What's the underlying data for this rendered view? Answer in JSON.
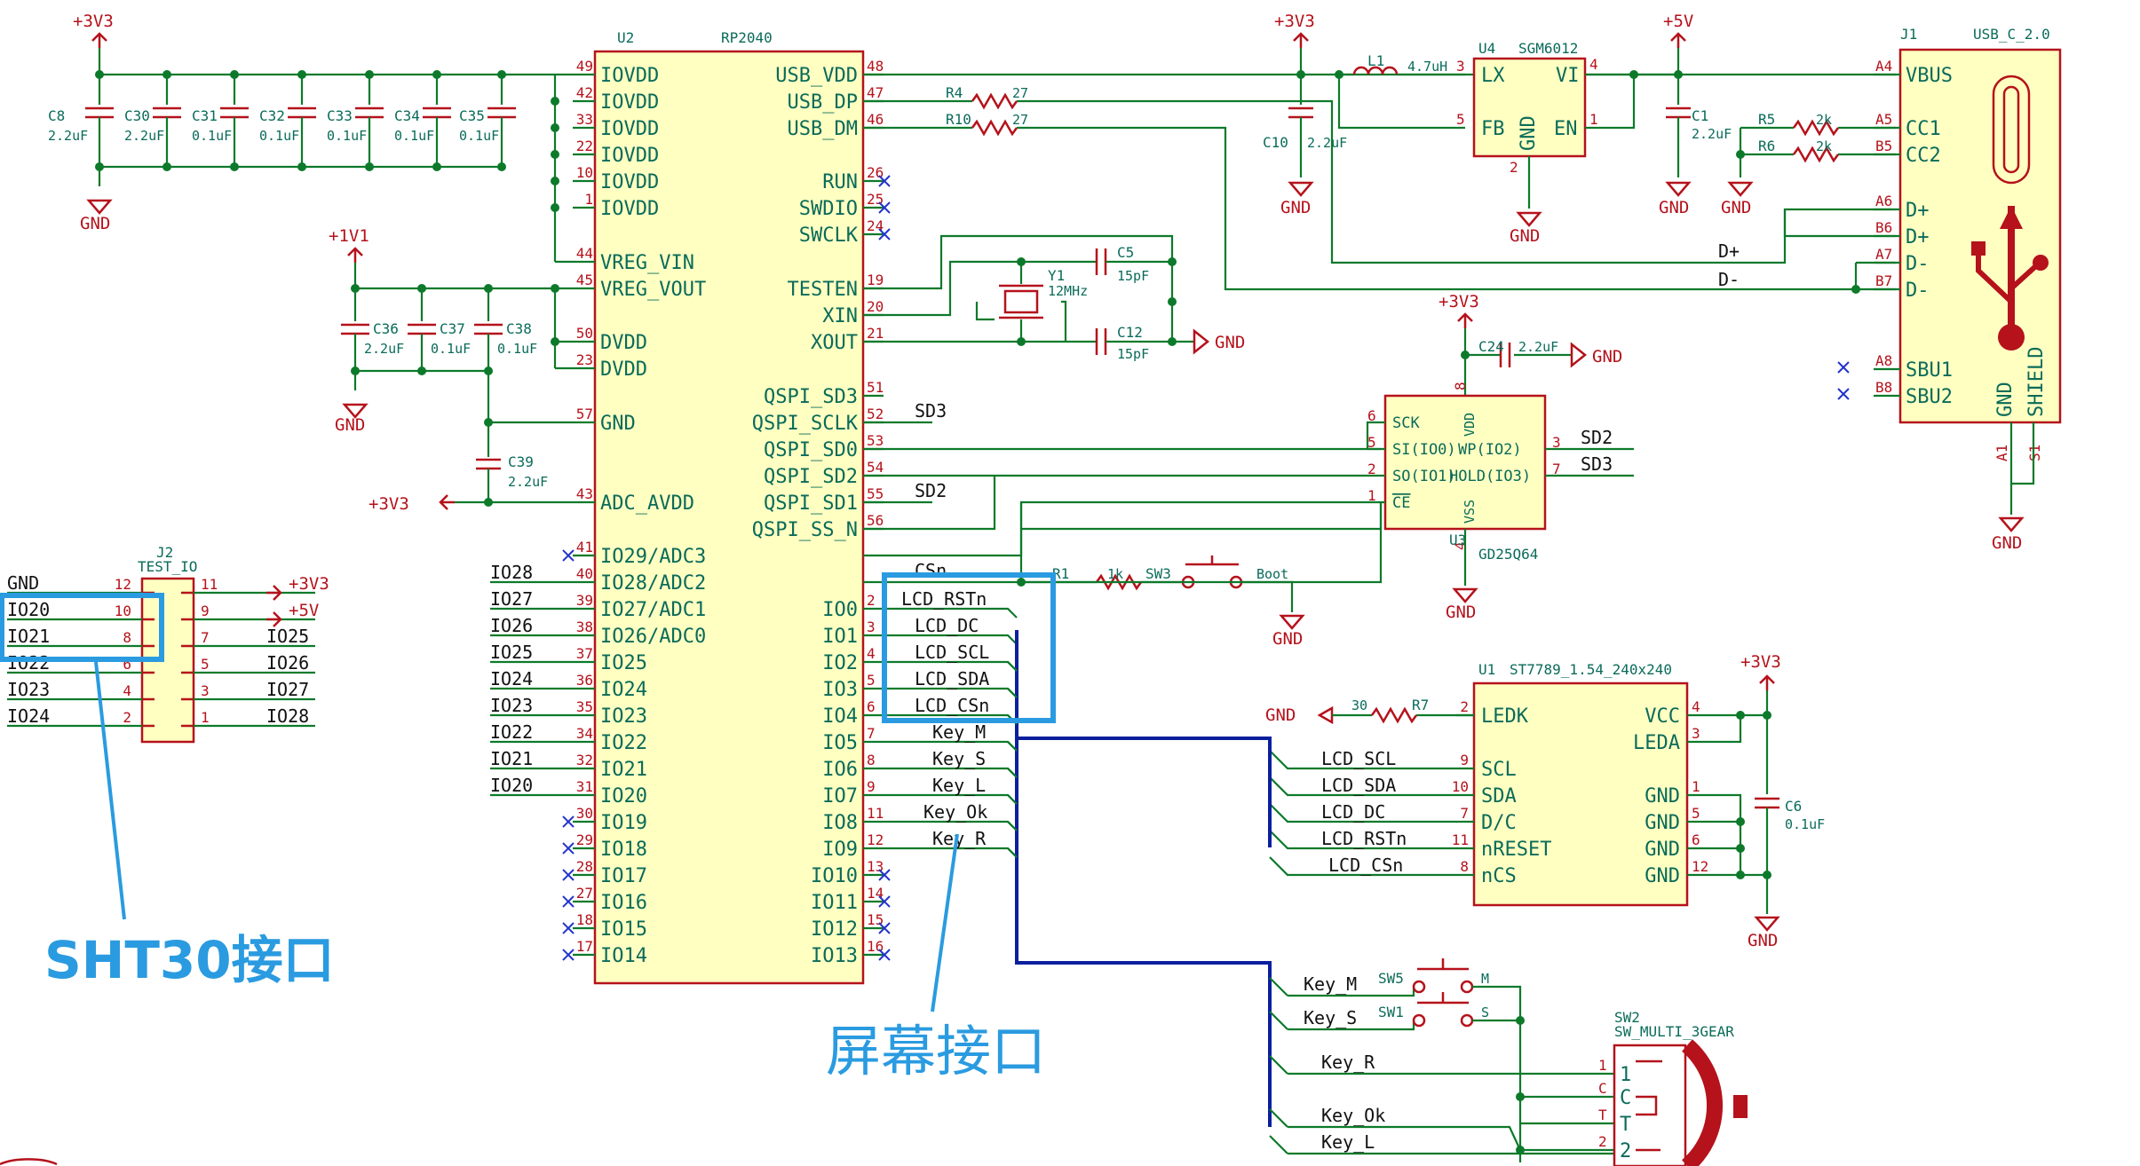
{
  "u2": {
    "ref": "U2",
    "value": "RP2040",
    "left_pins": [
      {
        "num": "49",
        "name": "IOVDD"
      },
      {
        "num": "42",
        "name": "IOVDD"
      },
      {
        "num": "33",
        "name": "IOVDD"
      },
      {
        "num": "22",
        "name": "IOVDD"
      },
      {
        "num": "10",
        "name": "IOVDD"
      },
      {
        "num": "1",
        "name": "IOVDD"
      },
      {
        "num": "44",
        "name": "VREG_VIN"
      },
      {
        "num": "45",
        "name": "VREG_VOUT"
      },
      {
        "num": "50",
        "name": "DVDD"
      },
      {
        "num": "23",
        "name": "DVDD"
      },
      {
        "num": "57",
        "name": "GND"
      },
      {
        "num": "43",
        "name": "ADC_AVDD"
      },
      {
        "num": "41",
        "name": "IO29/ADC3"
      },
      {
        "num": "40",
        "name": "IO28/ADC2"
      },
      {
        "num": "39",
        "name": "IO27/ADC1"
      },
      {
        "num": "38",
        "name": "IO26/ADC0"
      },
      {
        "num": "37",
        "name": "IO25"
      },
      {
        "num": "36",
        "name": "IO24"
      },
      {
        "num": "35",
        "name": "IO23"
      },
      {
        "num": "34",
        "name": "IO22"
      },
      {
        "num": "32",
        "name": "IO21"
      },
      {
        "num": "31",
        "name": "IO20"
      },
      {
        "num": "30",
        "name": "IO19"
      },
      {
        "num": "29",
        "name": "IO18"
      },
      {
        "num": "28",
        "name": "IO17"
      },
      {
        "num": "27",
        "name": "IO16"
      },
      {
        "num": "18",
        "name": "IO15"
      },
      {
        "num": "17",
        "name": "IO14"
      }
    ],
    "left_nets": [
      "IO28",
      "IO27",
      "IO26",
      "IO25",
      "IO24",
      "IO23",
      "IO22",
      "IO21",
      "IO20"
    ],
    "right_pins": [
      {
        "num": "48",
        "name": "USB_VDD"
      },
      {
        "num": "47",
        "name": "USB_DP"
      },
      {
        "num": "46",
        "name": "USB_DM"
      },
      {
        "num": "26",
        "name": "RUN"
      },
      {
        "num": "25",
        "name": "SWDIO"
      },
      {
        "num": "24",
        "name": "SWCLK"
      },
      {
        "num": "19",
        "name": "TESTEN"
      },
      {
        "num": "20",
        "name": "XIN"
      },
      {
        "num": "21",
        "name": "XOUT"
      },
      {
        "num": "51",
        "name": "QSPI_SD3"
      },
      {
        "num": "52",
        "name": "QSPI_SCLK"
      },
      {
        "num": "53",
        "name": "QSPI_SD0"
      },
      {
        "num": "54",
        "name": "QSPI_SD2"
      },
      {
        "num": "55",
        "name": "QSPI_SD1"
      },
      {
        "num": "56",
        "name": "QSPI_SS_N"
      },
      {
        "num": "2",
        "name": "IO0"
      },
      {
        "num": "3",
        "name": "IO1"
      },
      {
        "num": "4",
        "name": "IO2"
      },
      {
        "num": "5",
        "name": "IO3"
      },
      {
        "num": "6",
        "name": "IO4"
      },
      {
        "num": "7",
        "name": "IO5"
      },
      {
        "num": "8",
        "name": "IO6"
      },
      {
        "num": "9",
        "name": "IO7"
      },
      {
        "num": "11",
        "name": "IO8"
      },
      {
        "num": "12",
        "name": "IO9"
      },
      {
        "num": "13",
        "name": "IO10"
      },
      {
        "num": "14",
        "name": "IO11"
      },
      {
        "num": "15",
        "name": "IO12"
      },
      {
        "num": "16",
        "name": "IO13"
      }
    ],
    "right_nets": [
      "SD3",
      "SD2",
      "CSn",
      "LCD_RSTn",
      "LCD_DC",
      "LCD_SCL",
      "LCD_SDA",
      "LCD_CSn",
      "Key_M",
      "Key_S",
      "Key_L",
      "Key_Ok",
      "Key_R"
    ]
  },
  "caps_top": [
    {
      "ref": "C8",
      "val": "2.2uF"
    },
    {
      "ref": "C30",
      "val": "2.2uF"
    },
    {
      "ref": "C31",
      "val": "0.1uF"
    },
    {
      "ref": "C32",
      "val": "0.1uF"
    },
    {
      "ref": "C33",
      "val": "0.1uF"
    },
    {
      "ref": "C34",
      "val": "0.1uF"
    },
    {
      "ref": "C35",
      "val": "0.1uF"
    }
  ],
  "caps_mid": [
    {
      "ref": "C36",
      "val": "2.2uF"
    },
    {
      "ref": "C37",
      "val": "0.1uF"
    },
    {
      "ref": "C38",
      "val": "0.1uF"
    }
  ],
  "c39": {
    "ref": "C39",
    "val": "2.2uF"
  },
  "power": {
    "v33": "+3V3",
    "v11": "+1V1",
    "v5": "+5V",
    "gnd": "GND"
  },
  "usb_res": [
    {
      "ref": "R4",
      "val": "27"
    },
    {
      "ref": "R10",
      "val": "27"
    }
  ],
  "crystal": {
    "ref": "Y1",
    "val": "12MHz",
    "c5": "C5",
    "c5v": "15pF",
    "c12": "C12",
    "c12v": "15pF"
  },
  "reg": {
    "ref": "U4",
    "val": "SGM6012",
    "l1": "L1",
    "l1v": "4.7uH",
    "c10": "C10",
    "c10v": "2.2uF",
    "c1": "C1",
    "c1v": "2.2uF",
    "pins": [
      {
        "num": "3",
        "name": "LX"
      },
      {
        "num": "4",
        "name": "VI"
      },
      {
        "num": "5",
        "name": "FB"
      },
      {
        "num": "2",
        "name": "GND"
      },
      {
        "num": "1",
        "name": "EN"
      }
    ]
  },
  "usbc": {
    "ref": "J1",
    "val": "USB_C_2.0",
    "pins": [
      {
        "num": "A4",
        "name": "VBUS"
      },
      {
        "num": "A5",
        "name": "CC1"
      },
      {
        "num": "B5",
        "name": "CC2"
      },
      {
        "num": "A6",
        "name": "D+"
      },
      {
        "num": "B6",
        "name": "D+"
      },
      {
        "num": "A7",
        "name": "D-"
      },
      {
        "num": "B7",
        "name": "D-"
      },
      {
        "num": "A8",
        "name": "SBU1"
      },
      {
        "num": "B8",
        "name": "SBU2"
      },
      {
        "num": "A1",
        "name": "GND"
      },
      {
        "num": "S1",
        "name": "SHIELD"
      }
    ],
    "r5": "R5",
    "r5v": "2k",
    "r6": "R6",
    "r6v": "2k",
    "dp": "D+",
    "dm": "D-"
  },
  "flash": {
    "ref": "U3",
    "val": "GD25Q64",
    "c24": "C24",
    "c24v": "2.2uF",
    "pins": [
      {
        "num": "6",
        "name": "SCK"
      },
      {
        "num": "5",
        "name": "SI(IO0)"
      },
      {
        "num": "2",
        "name": "SO(IO1)"
      },
      {
        "num": "1",
        "name": "CE"
      },
      {
        "num": "8",
        "name": "VDD"
      },
      {
        "num": "4",
        "name": "VSS"
      },
      {
        "num": "3",
        "name": "WP(IO2)"
      },
      {
        "num": "7",
        "name": "HOLD(IO3)"
      }
    ],
    "sd2": "SD2",
    "sd3": "SD3"
  },
  "boot": {
    "r1": "R1",
    "r1v": "1k",
    "sw3": "SW3",
    "label": "Boot"
  },
  "lcd": {
    "ref": "U1",
    "val": "ST7789_1.54_240x240",
    "r7": "R7",
    "r7v": "30",
    "c6": "C6",
    "c6v": "0.1uF",
    "left_pins": [
      {
        "num": "2",
        "name": "LEDK"
      },
      {
        "num": "9",
        "name": "SCL"
      },
      {
        "num": "10",
        "name": "SDA"
      },
      {
        "num": "7",
        "name": "D/C"
      },
      {
        "num": "11",
        "name": "nRESET"
      },
      {
        "num": "8",
        "name": "nCS"
      }
    ],
    "right_pins": [
      {
        "num": "4",
        "name": "VCC"
      },
      {
        "num": "3",
        "name": "LEDA"
      },
      {
        "num": "1",
        "name": "GND"
      },
      {
        "num": "5",
        "name": "GND"
      },
      {
        "num": "6",
        "name": "GND"
      },
      {
        "num": "12",
        "name": "GND"
      }
    ],
    "nets": [
      "LCD_SCL",
      "LCD_SDA",
      "LCD_DC",
      "LCD_RSTn",
      "LCD_CSn"
    ]
  },
  "keys": {
    "sw5": "SW5",
    "m": "M",
    "sw1": "SW1",
    "s": "S",
    "sw2": "SW2",
    "sw2v": "SW_MULTI_3GEAR",
    "nets": [
      "Key_M",
      "Key_S",
      "Key_R",
      "Key_Ok",
      "Key_L"
    ],
    "sw2pins": [
      {
        "num": "1",
        "name": "1"
      },
      {
        "num": "C",
        "name": "C"
      },
      {
        "num": "T",
        "name": "T"
      },
      {
        "num": "2",
        "name": "2"
      }
    ]
  },
  "j2": {
    "ref": "J2",
    "val": "TEST_IO",
    "left": [
      {
        "num": "12",
        "net": "GND"
      },
      {
        "num": "10",
        "net": "IO20"
      },
      {
        "num": "8",
        "net": "IO21"
      },
      {
        "num": "6",
        "net": "IO22"
      },
      {
        "num": "4",
        "net": "IO23"
      },
      {
        "num": "2",
        "net": "IO24"
      }
    ],
    "right": [
      {
        "num": "11",
        "net": "+3V3"
      },
      {
        "num": "9",
        "net": "+5V"
      },
      {
        "num": "7",
        "net": "IO25"
      },
      {
        "num": "5",
        "net": "IO26"
      },
      {
        "num": "3",
        "net": "IO27"
      },
      {
        "num": "1",
        "net": "IO28"
      }
    ]
  },
  "u1_partial": "U1",
  "annotations": {
    "sht30": "SHT30接口",
    "screen": "屏幕接口"
  }
}
